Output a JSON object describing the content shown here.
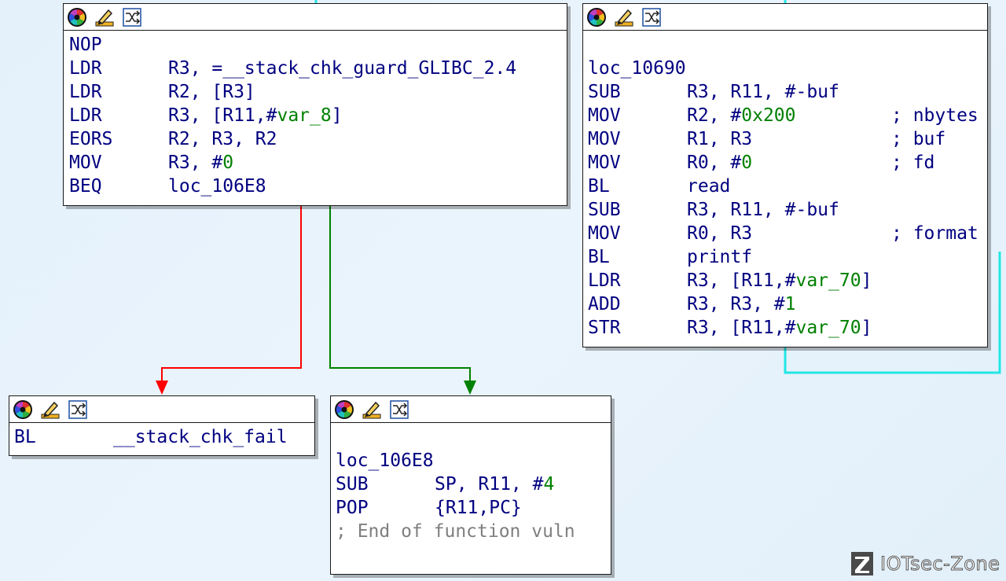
{
  "colors": {
    "false_edge": "#ff0000",
    "true_edge": "#008000",
    "loop_edge": "#22e6e6",
    "mnemonic": "#000080",
    "immediate": "#008000",
    "comment_gray": "#7f7f7f"
  },
  "toolbar_icons": [
    "palette-icon",
    "rename-icon",
    "graph-layout-icon"
  ],
  "nodes": {
    "check": {
      "lines": [
        {
          "m": "NOP"
        },
        {
          "m": "LDR",
          "o": "R3, =__stack_chk_guard_GLIBC_2.4"
        },
        {
          "m": "LDR",
          "o": "R2, [R3]"
        },
        {
          "m": "LDR",
          "o": "R3, [R11,#",
          "imm": "var_8",
          "post": "]"
        },
        {
          "m": "EORS",
          "o": "R2, R3, R2"
        },
        {
          "m": "MOV",
          "o": "R3, #",
          "imm": "0"
        },
        {
          "m": "BEQ",
          "o": "loc_106E8"
        }
      ]
    },
    "loop": {
      "label": "loc_10690",
      "lines": [
        {
          "m": "SUB",
          "o": "R3, R11, #-buf"
        },
        {
          "m": "MOV",
          "o": "R2, #",
          "imm": "0x200",
          "c": "; nbytes"
        },
        {
          "m": "MOV",
          "o": "R1, R3",
          "c": "; buf"
        },
        {
          "m": "MOV",
          "o": "R0, #",
          "imm": "0",
          "c": "; fd"
        },
        {
          "m": "BL",
          "o": "read"
        },
        {
          "m": "SUB",
          "o": "R3, R11, #-buf"
        },
        {
          "m": "MOV",
          "o": "R0, R3",
          "c": "; format"
        },
        {
          "m": "BL",
          "o": "printf"
        },
        {
          "m": "LDR",
          "o": "R3, [R11,#",
          "imm": "var_70",
          "post": "]"
        },
        {
          "m": "ADD",
          "o": "R3, R3, #",
          "imm": "1"
        },
        {
          "m": "STR",
          "o": "R3, [R11,#",
          "imm": "var_70",
          "post": "]"
        }
      ]
    },
    "fail": {
      "lines": [
        {
          "m": "BL",
          "o": "__stack_chk_fail"
        }
      ]
    },
    "end": {
      "label": "loc_106E8",
      "lines": [
        {
          "m": "SUB",
          "o": "SP, R11, #",
          "imm": "4"
        },
        {
          "m": "POP",
          "o": "{R11,PC}"
        }
      ],
      "footer": "; End of function vuln"
    }
  },
  "watermark": {
    "text": "IOTsec-Zone",
    "logo": "Z"
  }
}
